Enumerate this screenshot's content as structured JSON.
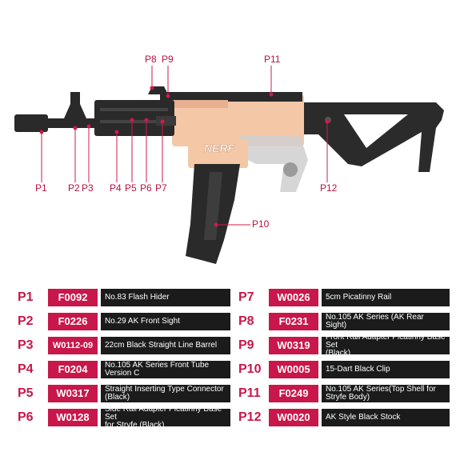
{
  "callouts": {
    "p1": "P1",
    "p2": "P2",
    "p3": "P3",
    "p4": "P4",
    "p5": "P5",
    "p6": "P6",
    "p7": "P7",
    "p8": "P8",
    "p9": "P9",
    "p10": "P10",
    "p11": "P11",
    "p12": "P12"
  },
  "brand_logo_text": "NERF",
  "colors": {
    "accent": "#c8174a",
    "dark": "#1b1b1b",
    "blaster_body": "#f4c7a6"
  },
  "parts": [
    {
      "id": "P1",
      "code": "F0092",
      "desc": "No.83 Flash Hider"
    },
    {
      "id": "P2",
      "code": "F0226",
      "desc": "No.29 AK Front Sight"
    },
    {
      "id": "P3",
      "code": "W0112-09",
      "desc": "22cm Black Straight Line Barrel"
    },
    {
      "id": "P4",
      "code": "F0204",
      "desc": "No.105 AK Series Front Tube Version C"
    },
    {
      "id": "P5",
      "code": "W0317",
      "desc": "Straight Inserting Type Connector\n(Black)"
    },
    {
      "id": "P6",
      "code": "W0128",
      "desc": "Side  Rail Adapter Picatinny Base Set\nfor  Stryfe (Black)"
    },
    {
      "id": "P7",
      "code": "W0026",
      "desc": "5cm Picatinny Rail"
    },
    {
      "id": "P8",
      "code": "F0231",
      "desc": "No.105 AK Series (AK Rear Sight)"
    },
    {
      "id": "P9",
      "code": "W0319",
      "desc": "Front Rail Adapter Picatinny Base Set\n(Black)"
    },
    {
      "id": "P10",
      "code": "W0005",
      "desc": "15-Dart Black Clip"
    },
    {
      "id": "P11",
      "code": "F0249",
      "desc": "No.105 AK Series(Top Shell for Stryfe Body)"
    },
    {
      "id": "P12",
      "code": "W0020",
      "desc": "AK Style Black Stock"
    }
  ]
}
